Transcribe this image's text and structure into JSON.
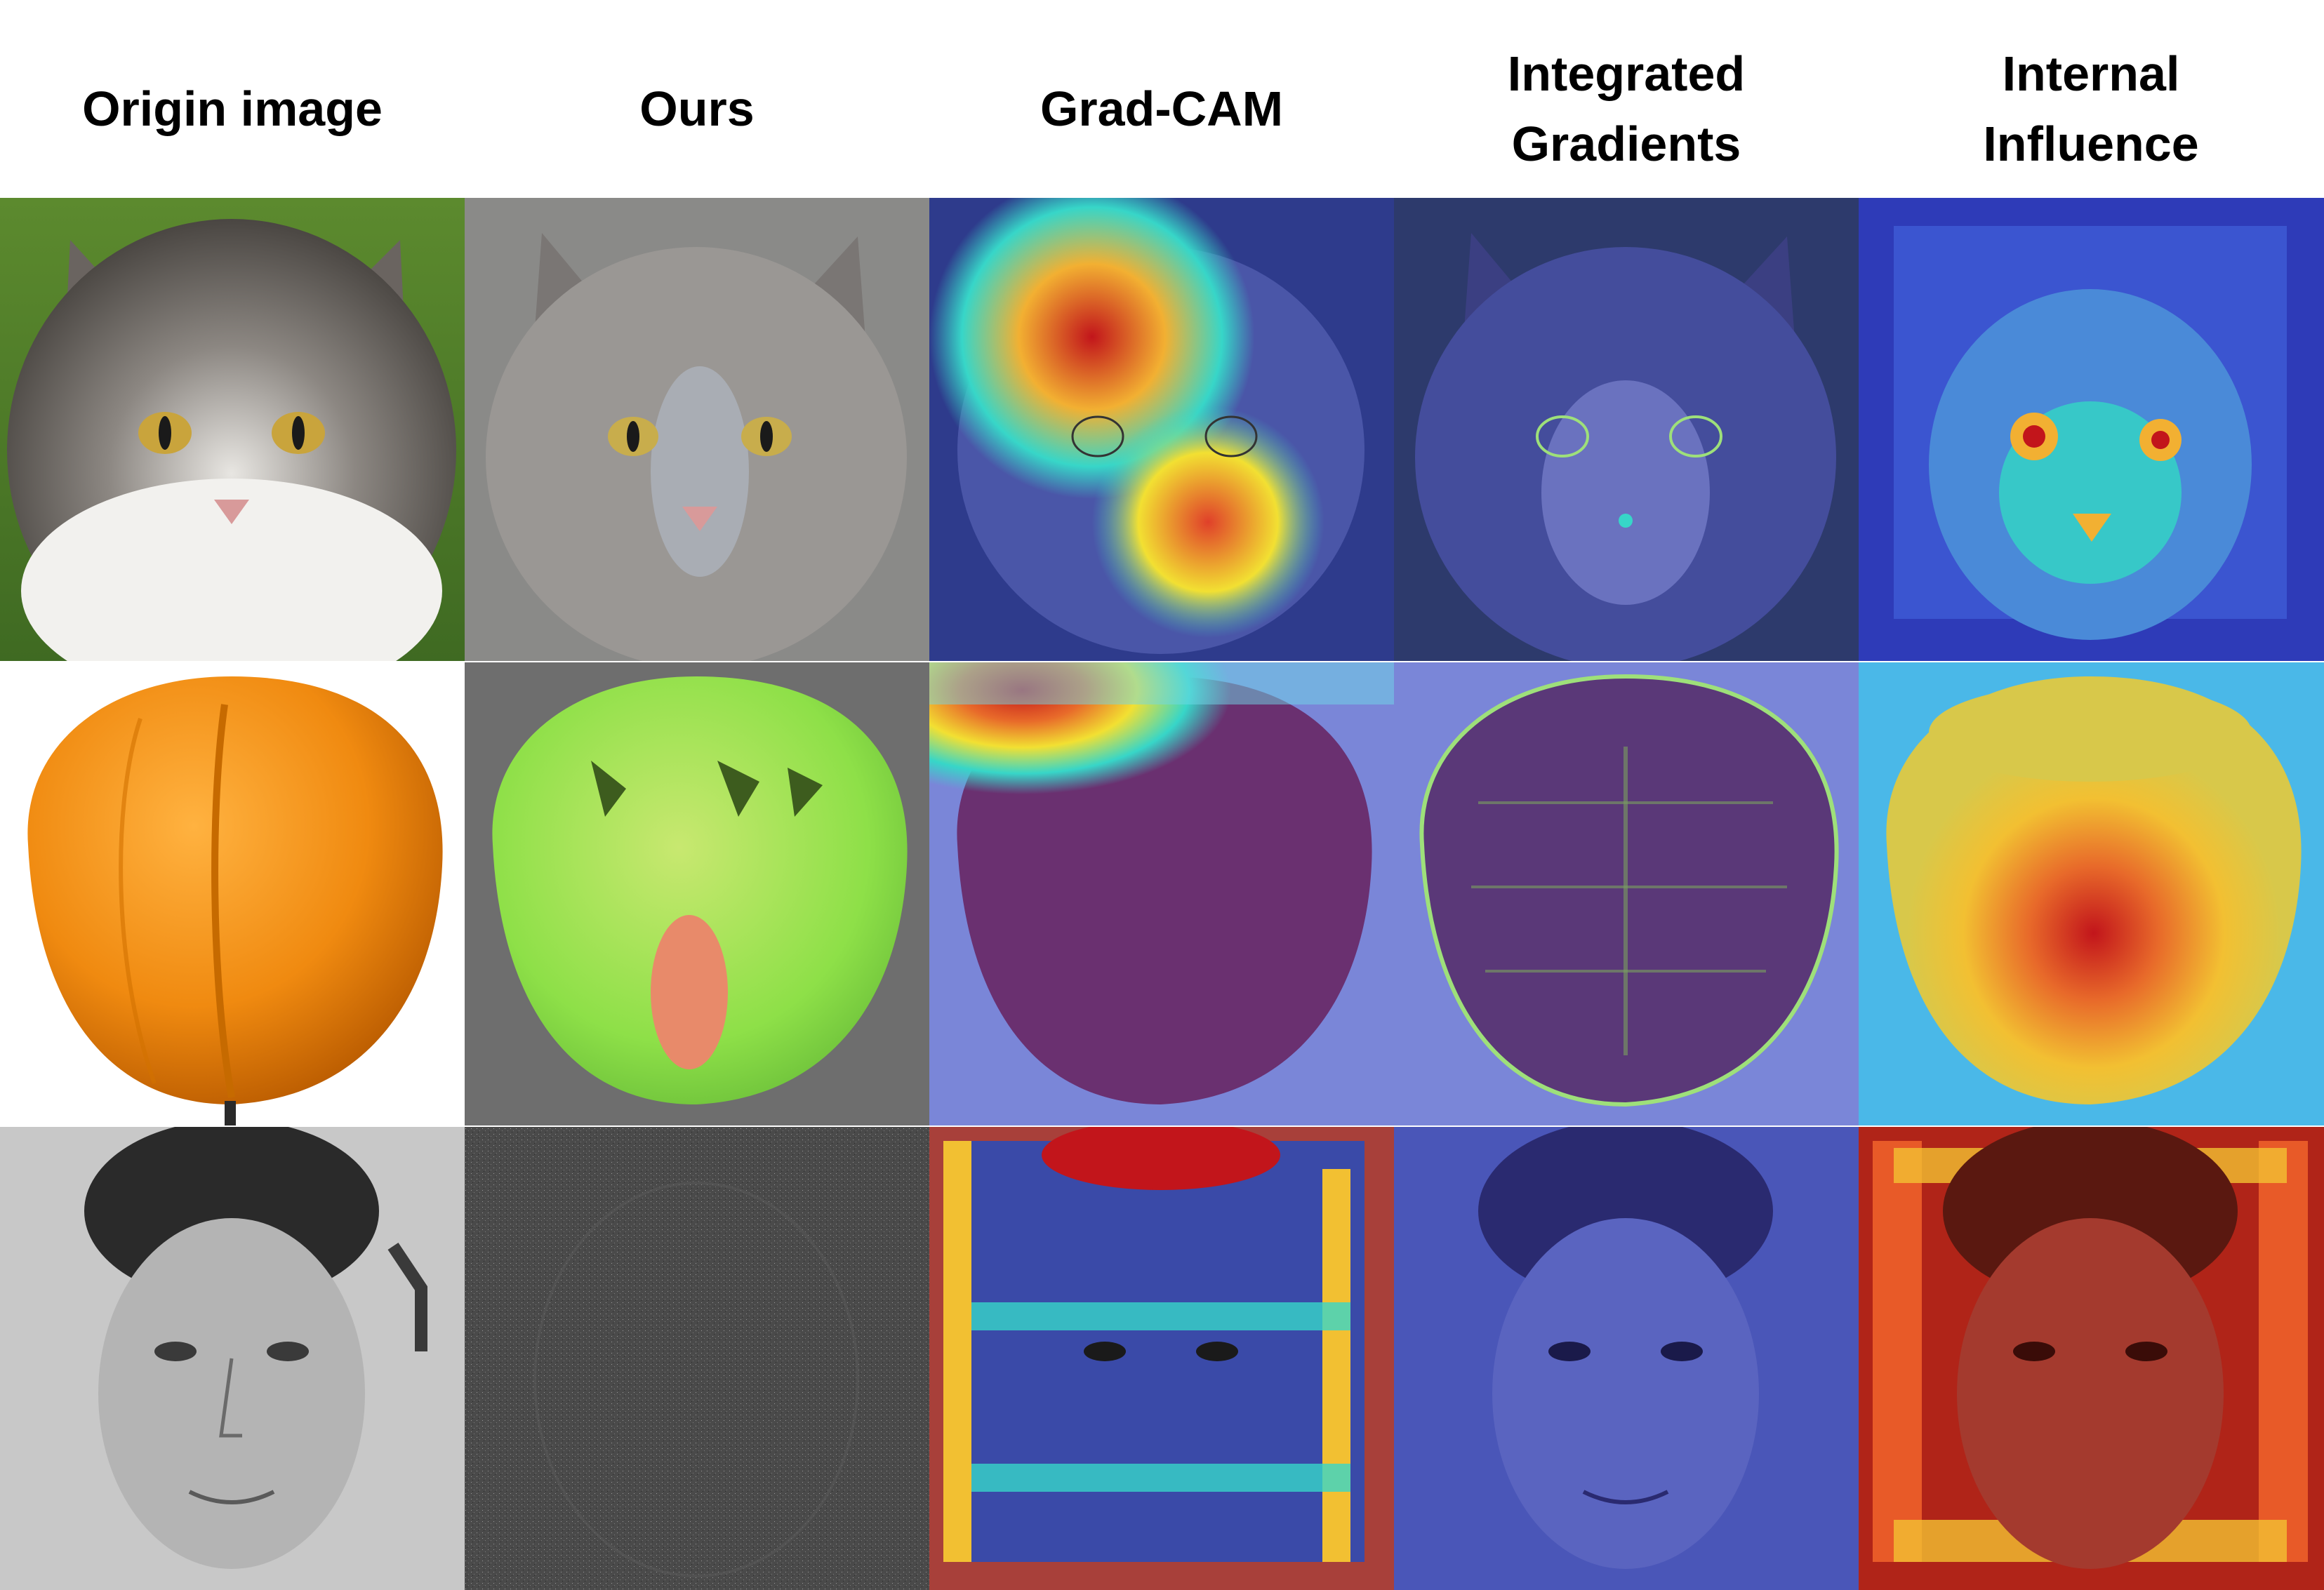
{
  "columns": [
    {
      "title": "Origin image"
    },
    {
      "title": "Ours"
    },
    {
      "title": "Grad-CAM"
    },
    {
      "title": "Integrated\nGradients"
    },
    {
      "title": "Internal\nInfluence"
    }
  ],
  "rows": [
    {
      "subject": "cat"
    },
    {
      "subject": "pepper"
    },
    {
      "subject": "face"
    }
  ],
  "colors": {
    "background": "#ffffff",
    "heat_low": "#2b3bd1",
    "heat_mid": "#37d6c8",
    "heat_high": "#f2e032",
    "heat_peak": "#c2151b"
  }
}
